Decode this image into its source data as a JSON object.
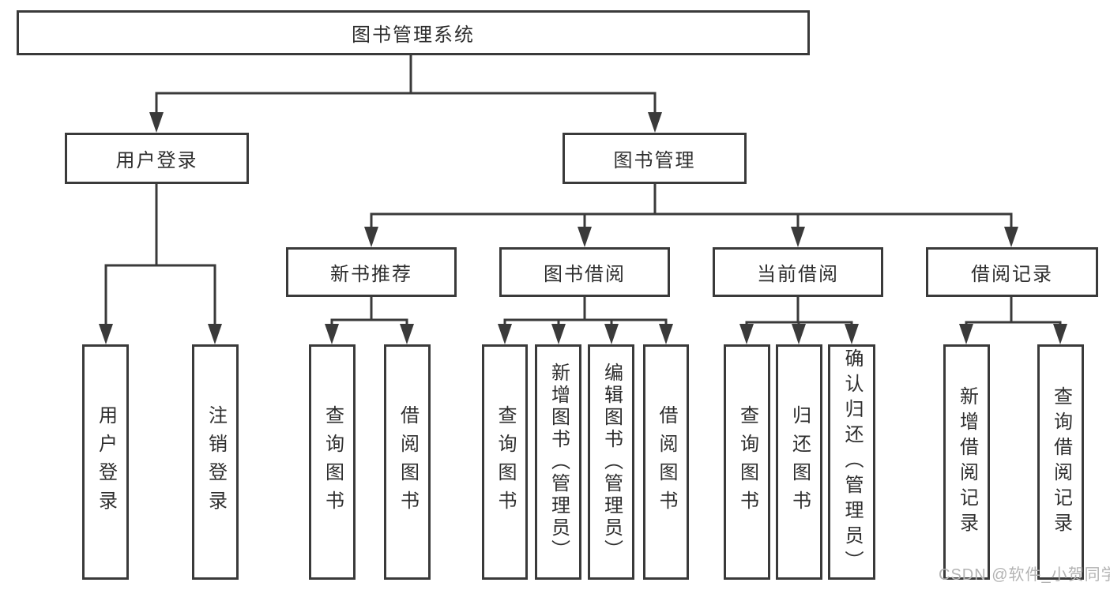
{
  "diagram_title": "图书管理系统",
  "tree": {
    "label": "图书管理系统",
    "children": [
      {
        "label": "用户登录",
        "children": [
          {
            "label": "用户登录"
          },
          {
            "label": "注销登录"
          }
        ]
      },
      {
        "label": "图书管理",
        "children": [
          {
            "label": "新书推荐",
            "children": [
              {
                "label": "查询图书"
              },
              {
                "label": "借阅图书"
              }
            ]
          },
          {
            "label": "图书借阅",
            "children": [
              {
                "label": "查询图书"
              },
              {
                "label": "新增图书（管理员）"
              },
              {
                "label": "编辑图书（管理员）"
              },
              {
                "label": "借阅图书"
              }
            ]
          },
          {
            "label": "当前借阅",
            "children": [
              {
                "label": "查询图书"
              },
              {
                "label": "归还图书"
              },
              {
                "label": "确认归还（管理员）"
              }
            ]
          },
          {
            "label": "借阅记录",
            "children": [
              {
                "label": "新增借阅记录"
              },
              {
                "label": "查询借阅记录"
              }
            ]
          }
        ]
      }
    ]
  },
  "watermark": {
    "text": "CSDN @软件_小贺同学"
  },
  "colors": {
    "line": "#3a3a3a",
    "text": "#2e2e2e",
    "background": "#ffffff",
    "watermark": "#b3b3b3"
  }
}
